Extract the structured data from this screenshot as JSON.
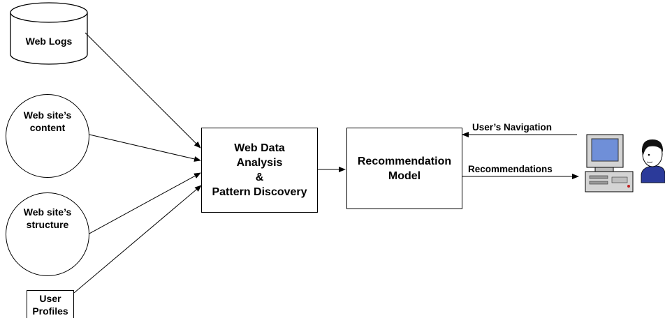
{
  "diagram": {
    "sources": {
      "web_logs": "Web Logs",
      "content": [
        "Web site’s",
        "content"
      ],
      "structure": [
        "Web site’s",
        "structure"
      ],
      "profiles": [
        "User",
        "Profiles"
      ]
    },
    "analysis": [
      "Web Data",
      "Analysis",
      "&",
      "Pattern Discovery"
    ],
    "model": [
      "Recommendation",
      "Model"
    ],
    "edges": {
      "navigation": "User’s Navigation",
      "recommendations": "Recommendations"
    },
    "icons": {
      "database": "database-cylinder-icon",
      "document": "web-page-document-icon",
      "tree": "tree-structure-icon",
      "computer": "desktop-computer-icon",
      "user": "user-avatar-icon"
    },
    "colors": {
      "line": "#000000",
      "screen": "#6f8fd8",
      "monitor": "#d4d4d4",
      "doc_house": "#b01d1d",
      "doc_roof": "#2f8f2f"
    }
  }
}
